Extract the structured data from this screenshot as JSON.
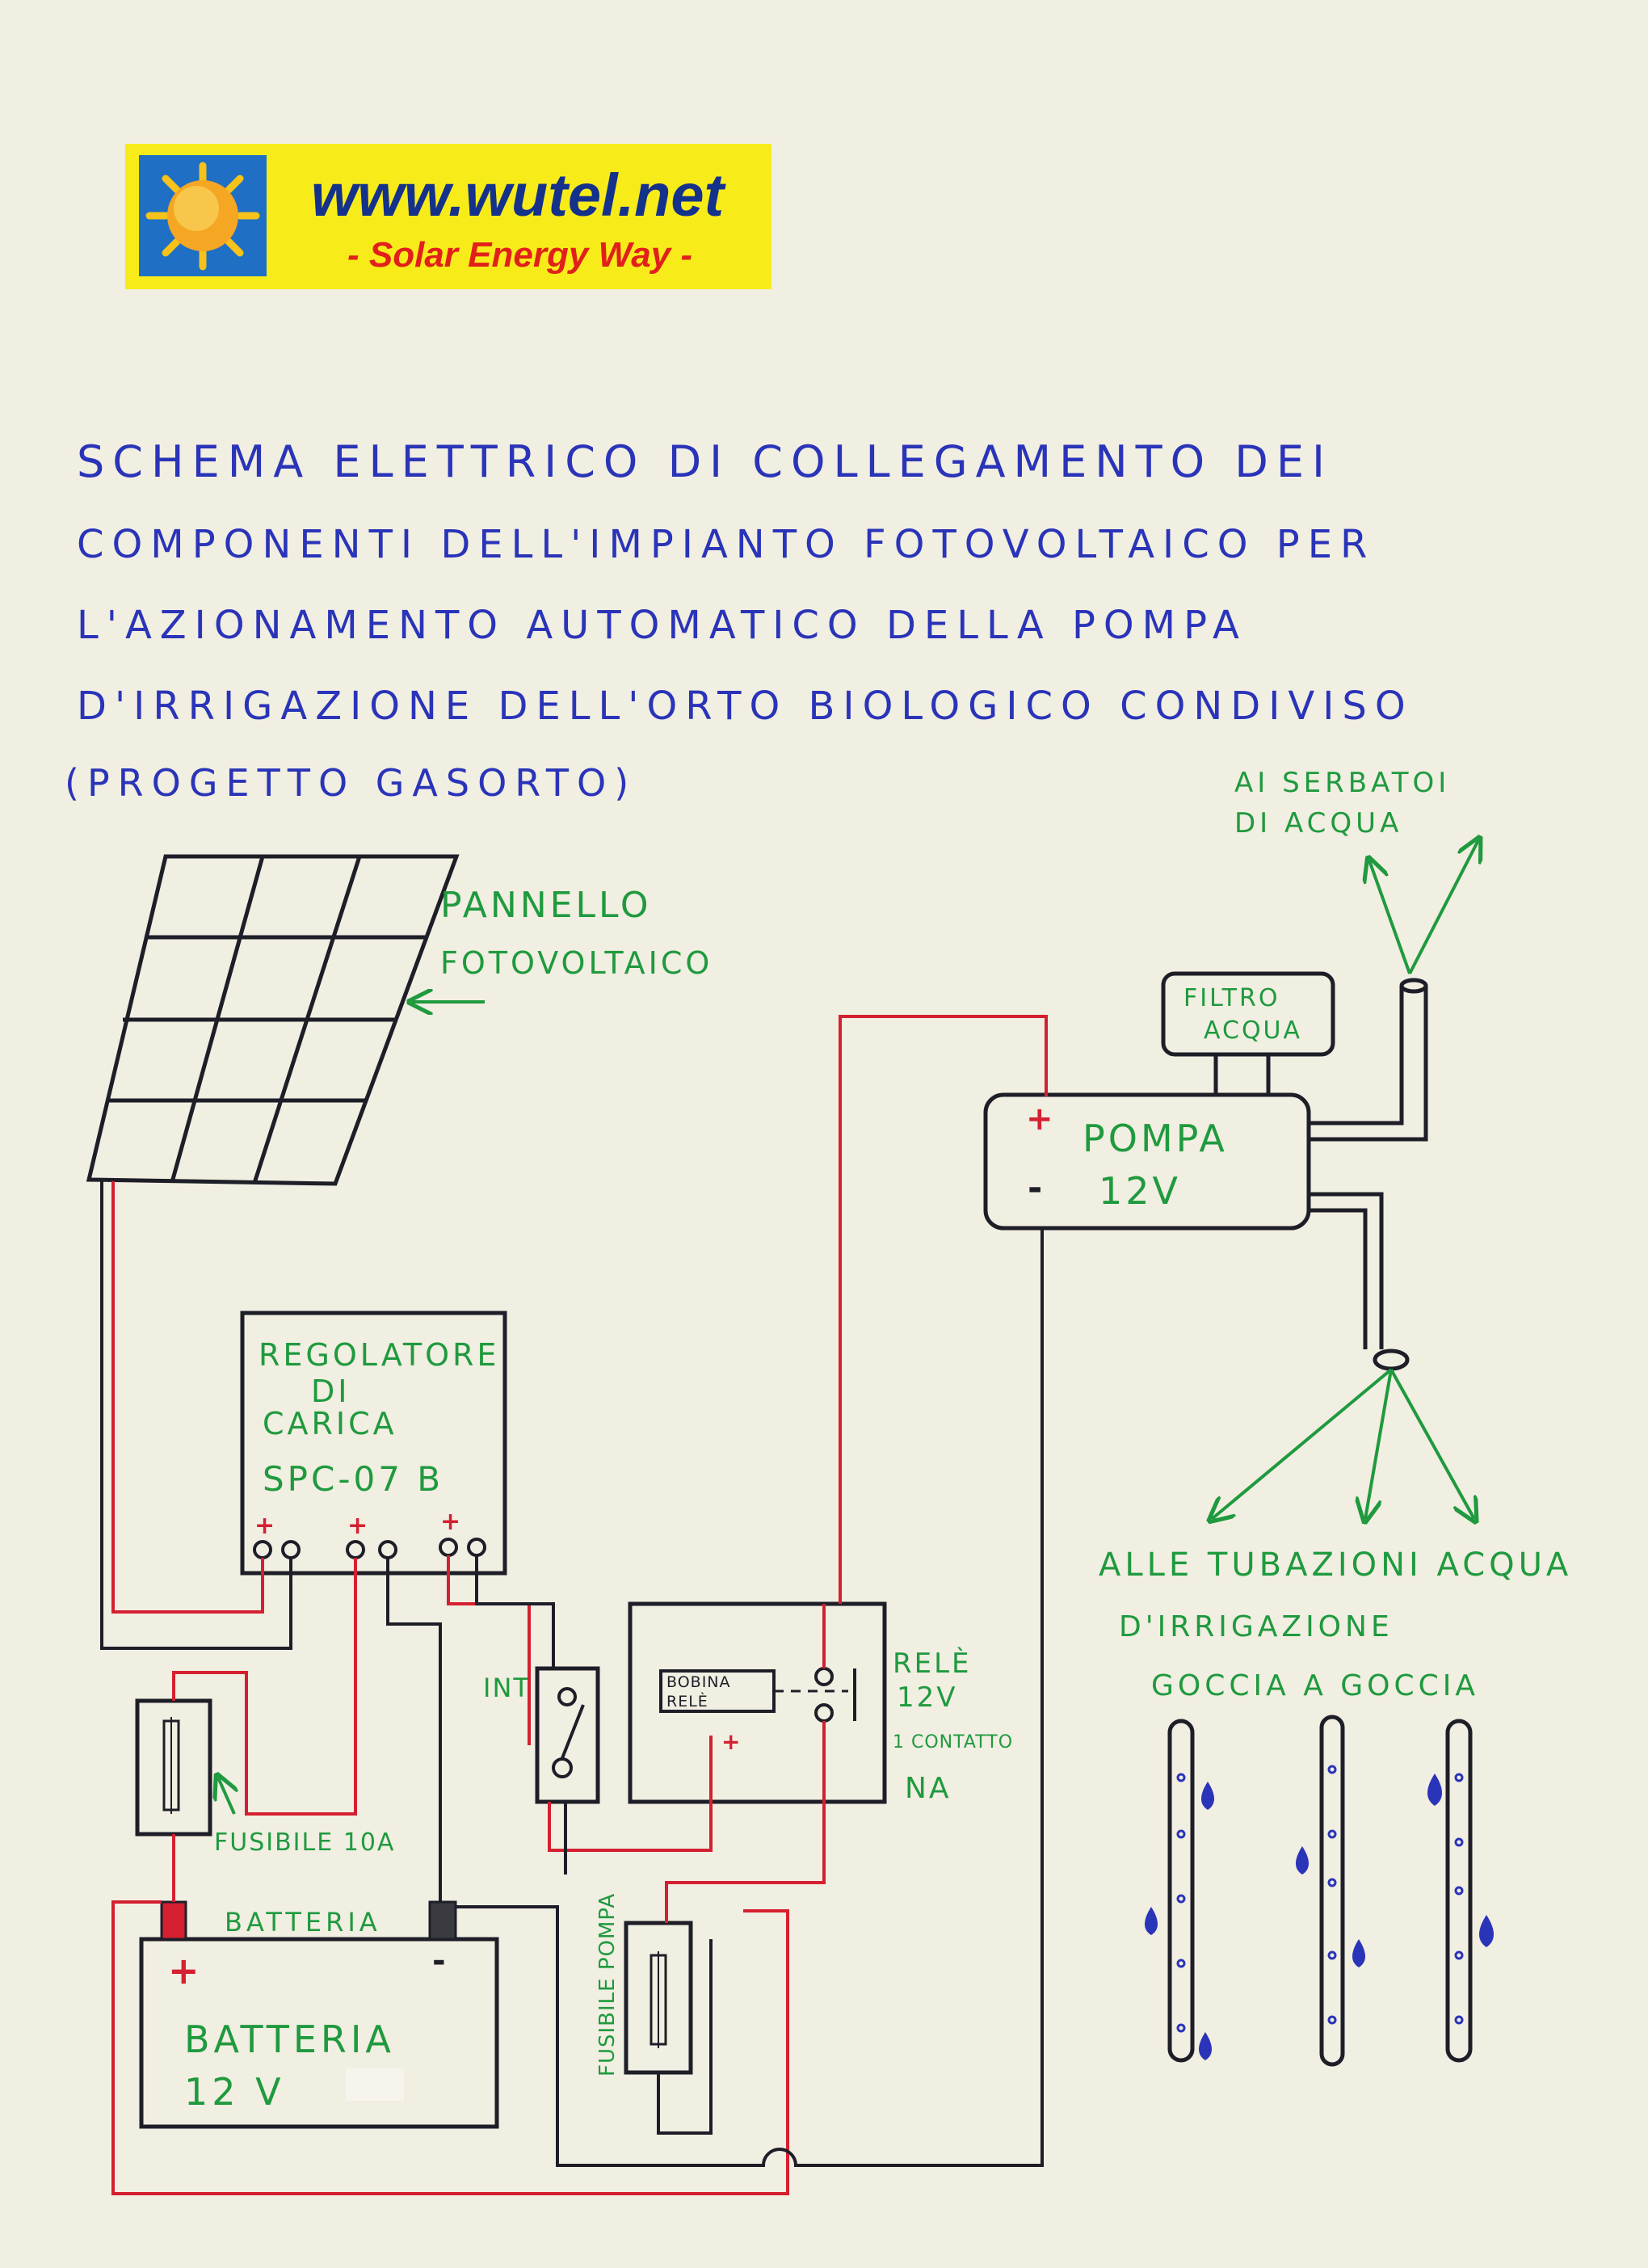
{
  "colors": {
    "paper": "#f1eee2",
    "ink_black": "#1e1e28",
    "ink_red": "#d42030",
    "ink_blue": "#2a34b8",
    "ink_green": "#1f9a3e",
    "logo_yellow": "#f7ec1a",
    "logo_blue": "#14318c",
    "logo_red": "#e1201b"
  },
  "logo": {
    "url": "www.wutel.net",
    "tagline": "- Solar Energy Way -"
  },
  "title": {
    "lines": [
      "SCHEMA ELETTRICO DI COLLEGAMENTO DEI",
      "COMPONENTI DELL'IMPIANTO FOTOVOLTAICO PER",
      "L'AZIONAMENTO AUTOMATICO DELLA POMPA",
      "D'IRRIGAZIONE DELL'ORTO BIOLOGICO CONDIVISO",
      "(PROGETTO GASORTO)"
    ]
  },
  "labels": {
    "panel": [
      "PANNELLO",
      "FOTOVOLTAICO"
    ],
    "tanks": [
      "AI SERBATOI",
      "DI ACQUA"
    ],
    "filter": [
      "FILTRO",
      "ACQUA"
    ],
    "pump": [
      "POMPA",
      "12V"
    ],
    "regulator": [
      "REGOLATORE",
      "DI",
      "CARICA",
      "SPC-07 B"
    ],
    "pipes": [
      "ALLE TUBAZIONI ACQUA",
      "D'IRRIGAZIONE",
      "GOCCIA A GOCCIA"
    ],
    "relay": [
      "RELÈ",
      "12V",
      "1 CONTATTO",
      "NA"
    ],
    "coil": [
      "BOBINA",
      "RELÈ"
    ],
    "switch": "INT",
    "fuse_10a": "FUSIBILE 10A",
    "fuse_pump": "FUSIBILE POMPA",
    "battery_top": "BATTERIA",
    "battery": [
      "BATTERIA",
      "12 V"
    ],
    "plus": "+",
    "minus": "-"
  }
}
